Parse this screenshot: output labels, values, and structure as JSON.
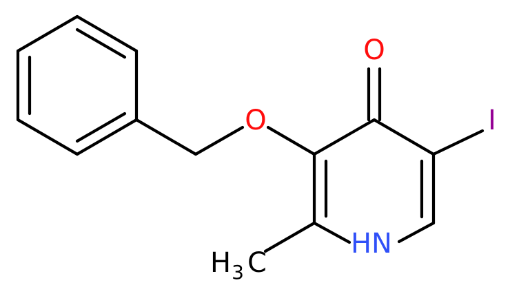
{
  "structure": {
    "atoms": {
      "oxygen_carbonyl": "O",
      "oxygen_ether": "O",
      "iodine": "I",
      "nitrogen": "N",
      "nitrogen_h": "H",
      "methyl_h": "H",
      "methyl_sub": "3",
      "methyl_c": "C"
    },
    "colors": {
      "bond": "#000000",
      "oxygen": "#ff0d0d",
      "iodine": "#940094",
      "nitrogen": "#3050f8",
      "carbon": "#000000"
    }
  }
}
